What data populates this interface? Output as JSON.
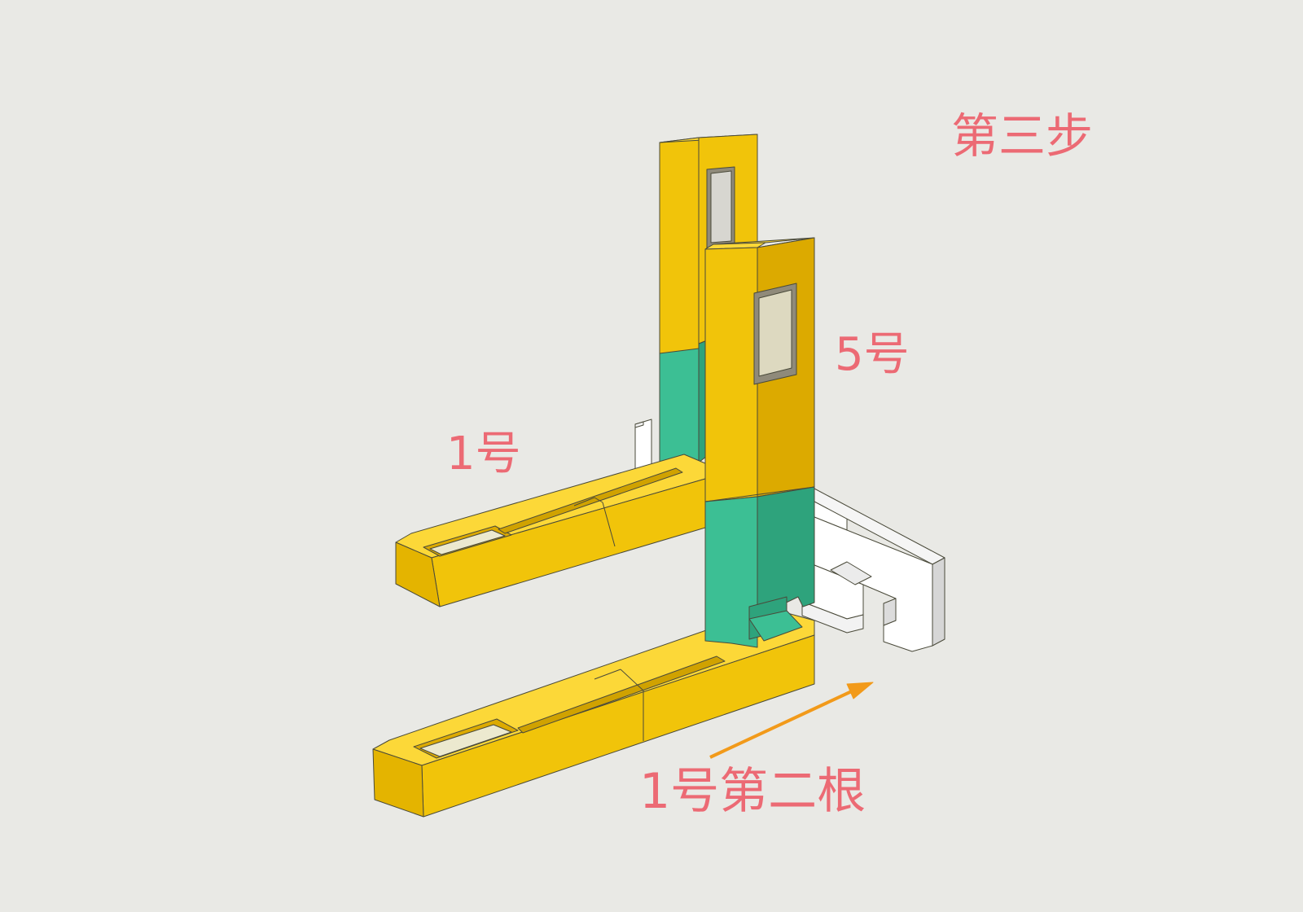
{
  "labels": {
    "step": "第三步",
    "piece5": "5号",
    "piece1": "1号",
    "piece1_second": "1号第二根"
  },
  "colors": {
    "background": "#e9e9e5",
    "yellow_front": "#f1c40a",
    "yellow_top": "#fcd838",
    "yellow_side": "#dcaa00",
    "green_front": "#3cbf94",
    "green_side": "#2ea37c",
    "ghost_face": "#ffffff",
    "ghost_side": "#dcdcdc",
    "label_text": "#ec6a74",
    "arrow": "#f29a1a"
  },
  "arrow": {
    "direction": "up-right"
  }
}
